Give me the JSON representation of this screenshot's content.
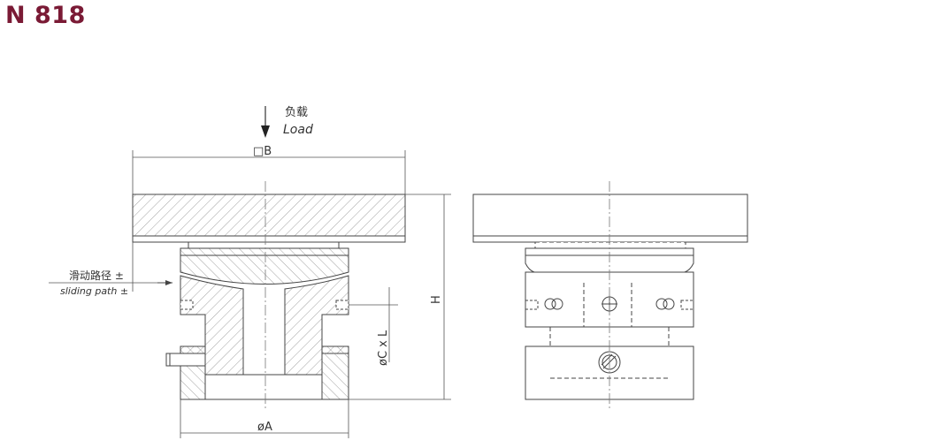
{
  "title": "N 818",
  "labels": {
    "load_cn": "负载",
    "load_en": "Load",
    "dim_b": "□B",
    "dim_h": "H",
    "dim_a": "øA",
    "dim_c": "øC x L",
    "sliding_cn": "滑动路径 ±",
    "sliding_en": "sliding path ±"
  },
  "colors": {
    "title": "#7a1a35",
    "line": "#333333",
    "hatch": "#888888",
    "centerline": "#777777"
  }
}
